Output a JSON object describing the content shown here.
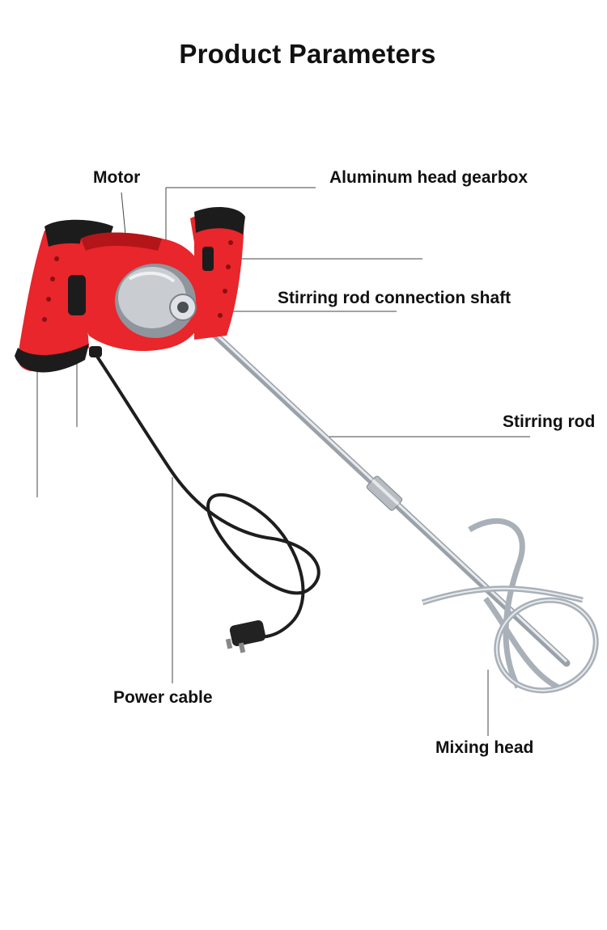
{
  "title": "Product Parameters",
  "labels": {
    "motor": "Motor",
    "gearbox": "Aluminum head gearbox",
    "shaft": "Stirring rod connection shaft",
    "rod": "Stirring rod",
    "cable": "Power cable",
    "mixing_head": "Mixing head"
  },
  "colors": {
    "body": "#e8262b",
    "body_dark": "#b31519",
    "grip": "#1c1c1c",
    "metal": "#c9cdd2",
    "line": "#333333"
  }
}
